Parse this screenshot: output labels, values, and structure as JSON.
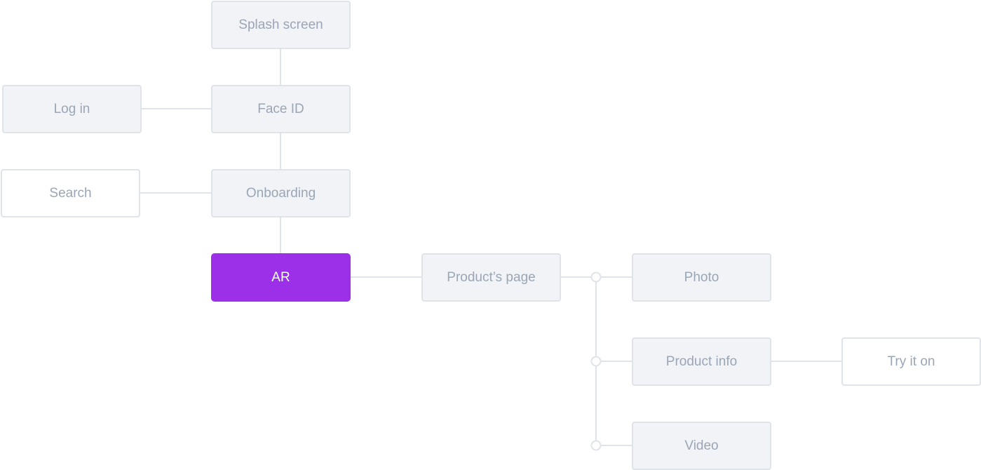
{
  "diagram": {
    "nodes": {
      "splash_screen": "Splash screen",
      "face_id": "Face ID",
      "log_in": "Log in",
      "search": "Search",
      "onboarding": "Onboarding",
      "ar": "AR",
      "products_page": "Product’s page",
      "photo": "Photo",
      "product_info": "Product info",
      "try_it_on": "Try it on",
      "video": "Video"
    }
  },
  "colors": {
    "node_fill": "#f1f3f7",
    "node_border": "#dfe3ea",
    "node_text": "#9aa6b5",
    "active_fill": "#9b30e8",
    "active_text": "#ffffff",
    "connector": "#dfe3ea"
  }
}
